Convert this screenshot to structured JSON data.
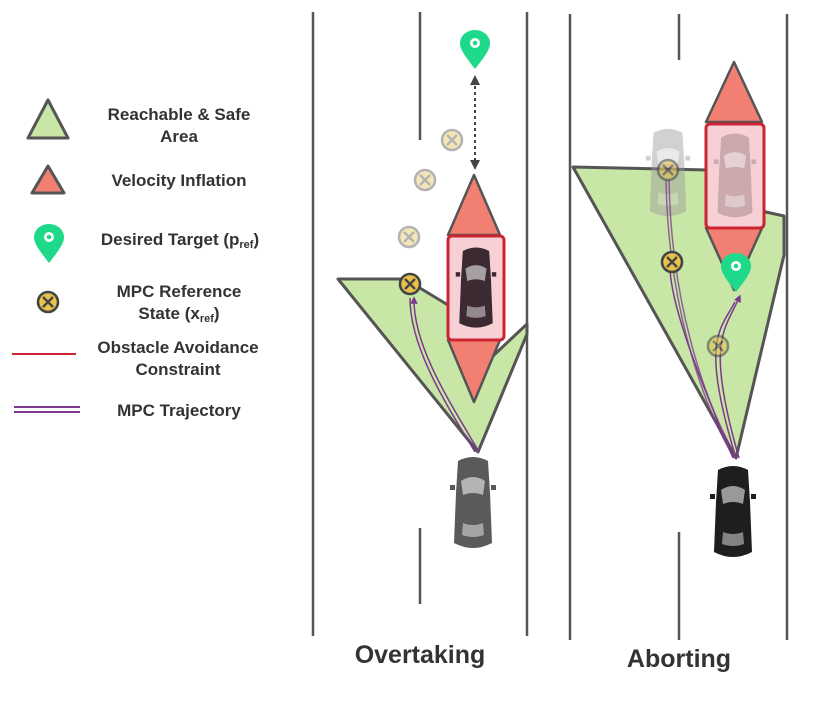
{
  "legend": {
    "reachable_line1": "Reachable & Safe",
    "reachable_line2": "Area",
    "velocity": "Velocity Inflation",
    "target_main": "Desired Target (p",
    "target_sub": "ref",
    "target_close": ")",
    "mpc_ref_line1": "MPC Reference",
    "mpc_ref_main": "State (x",
    "mpc_ref_sub": "ref",
    "mpc_ref_close": ")",
    "obstacle_line1": "Obstacle Avoidance",
    "obstacle_line2": "Constraint",
    "trajectory": "MPC Trajectory"
  },
  "panels": {
    "overtaking": "Overtaking",
    "aborting": "Aborting"
  },
  "colors": {
    "safe_area": "#c8e6a6",
    "velocity": "#f28072",
    "target": "#1ed98a",
    "obstacle": "#cc2433",
    "trajectory": "#7b3a8c",
    "ref_state": "#e8c24a"
  }
}
